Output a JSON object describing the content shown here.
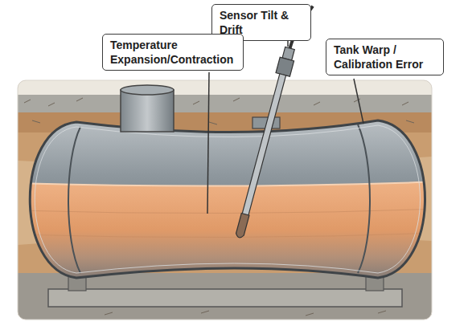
{
  "diagram": {
    "nodes": [
      {
        "text": [
          "Sensor Tilt & Drift"
        ]
      },
      {
        "text": [
          "Temperature Expansion/Contraction"
        ]
      },
      {
        "text": [
          "Tank Warp / Calibration Error"
        ]
      }
    ]
  }
}
